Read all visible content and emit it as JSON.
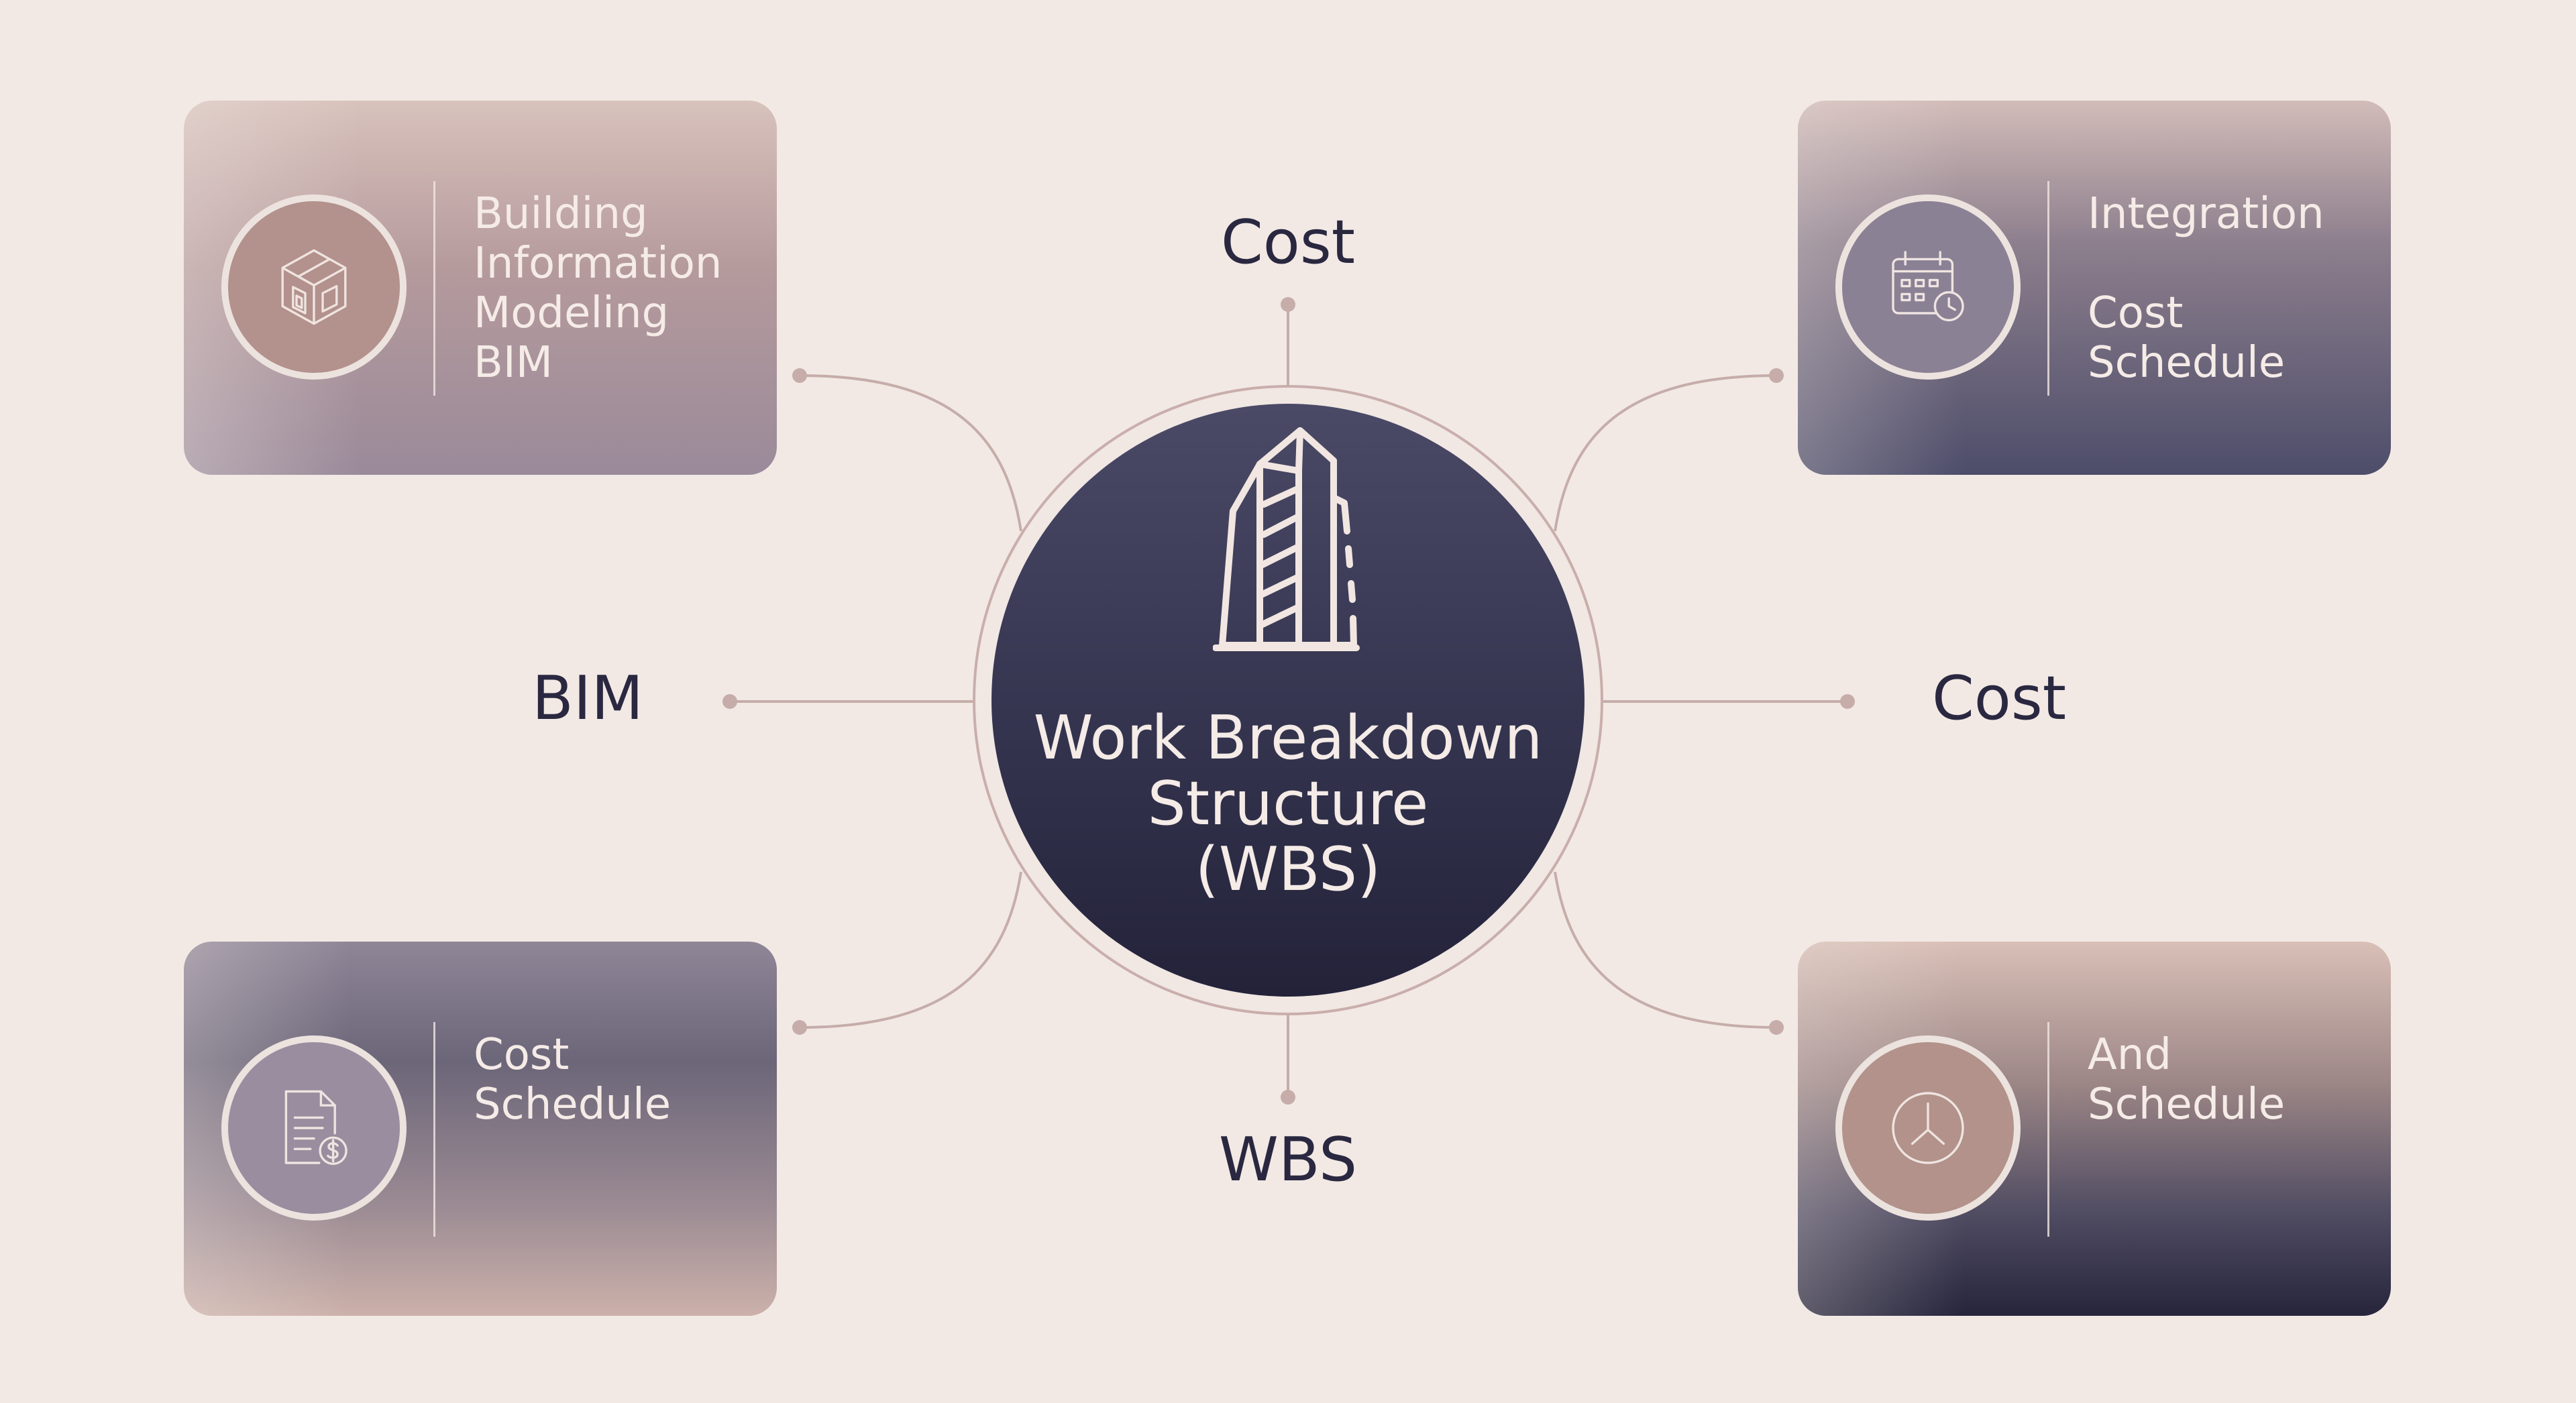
{
  "center": {
    "title_lines": [
      "Work Breakdown",
      "Structure",
      "(WBS)"
    ],
    "icon": "building-icon"
  },
  "branch_labels": {
    "top": "Cost",
    "left": "BIM",
    "right": "Cost",
    "bottom": "WBS"
  },
  "cards": {
    "top_left": {
      "icon": "building-model-icon",
      "lines": [
        "Building",
        "Information",
        "Modeling",
        "BIM"
      ]
    },
    "top_right": {
      "icon": "calendar-clock-icon",
      "lines": [
        "Integration",
        "",
        "Cost",
        "Schedule"
      ]
    },
    "bottom_left": {
      "icon": "cost-document-icon",
      "lines": [
        "Cost",
        "Schedule"
      ]
    },
    "bottom_right": {
      "icon": "clock-icon",
      "lines": [
        "And",
        "Schedule"
      ]
    }
  },
  "colors": {
    "background": "#f2e9e5",
    "hub": "#2e2e48",
    "connector": "#c9aeab",
    "label_text": "#2a2840",
    "card_text": "#f5ebe7"
  }
}
